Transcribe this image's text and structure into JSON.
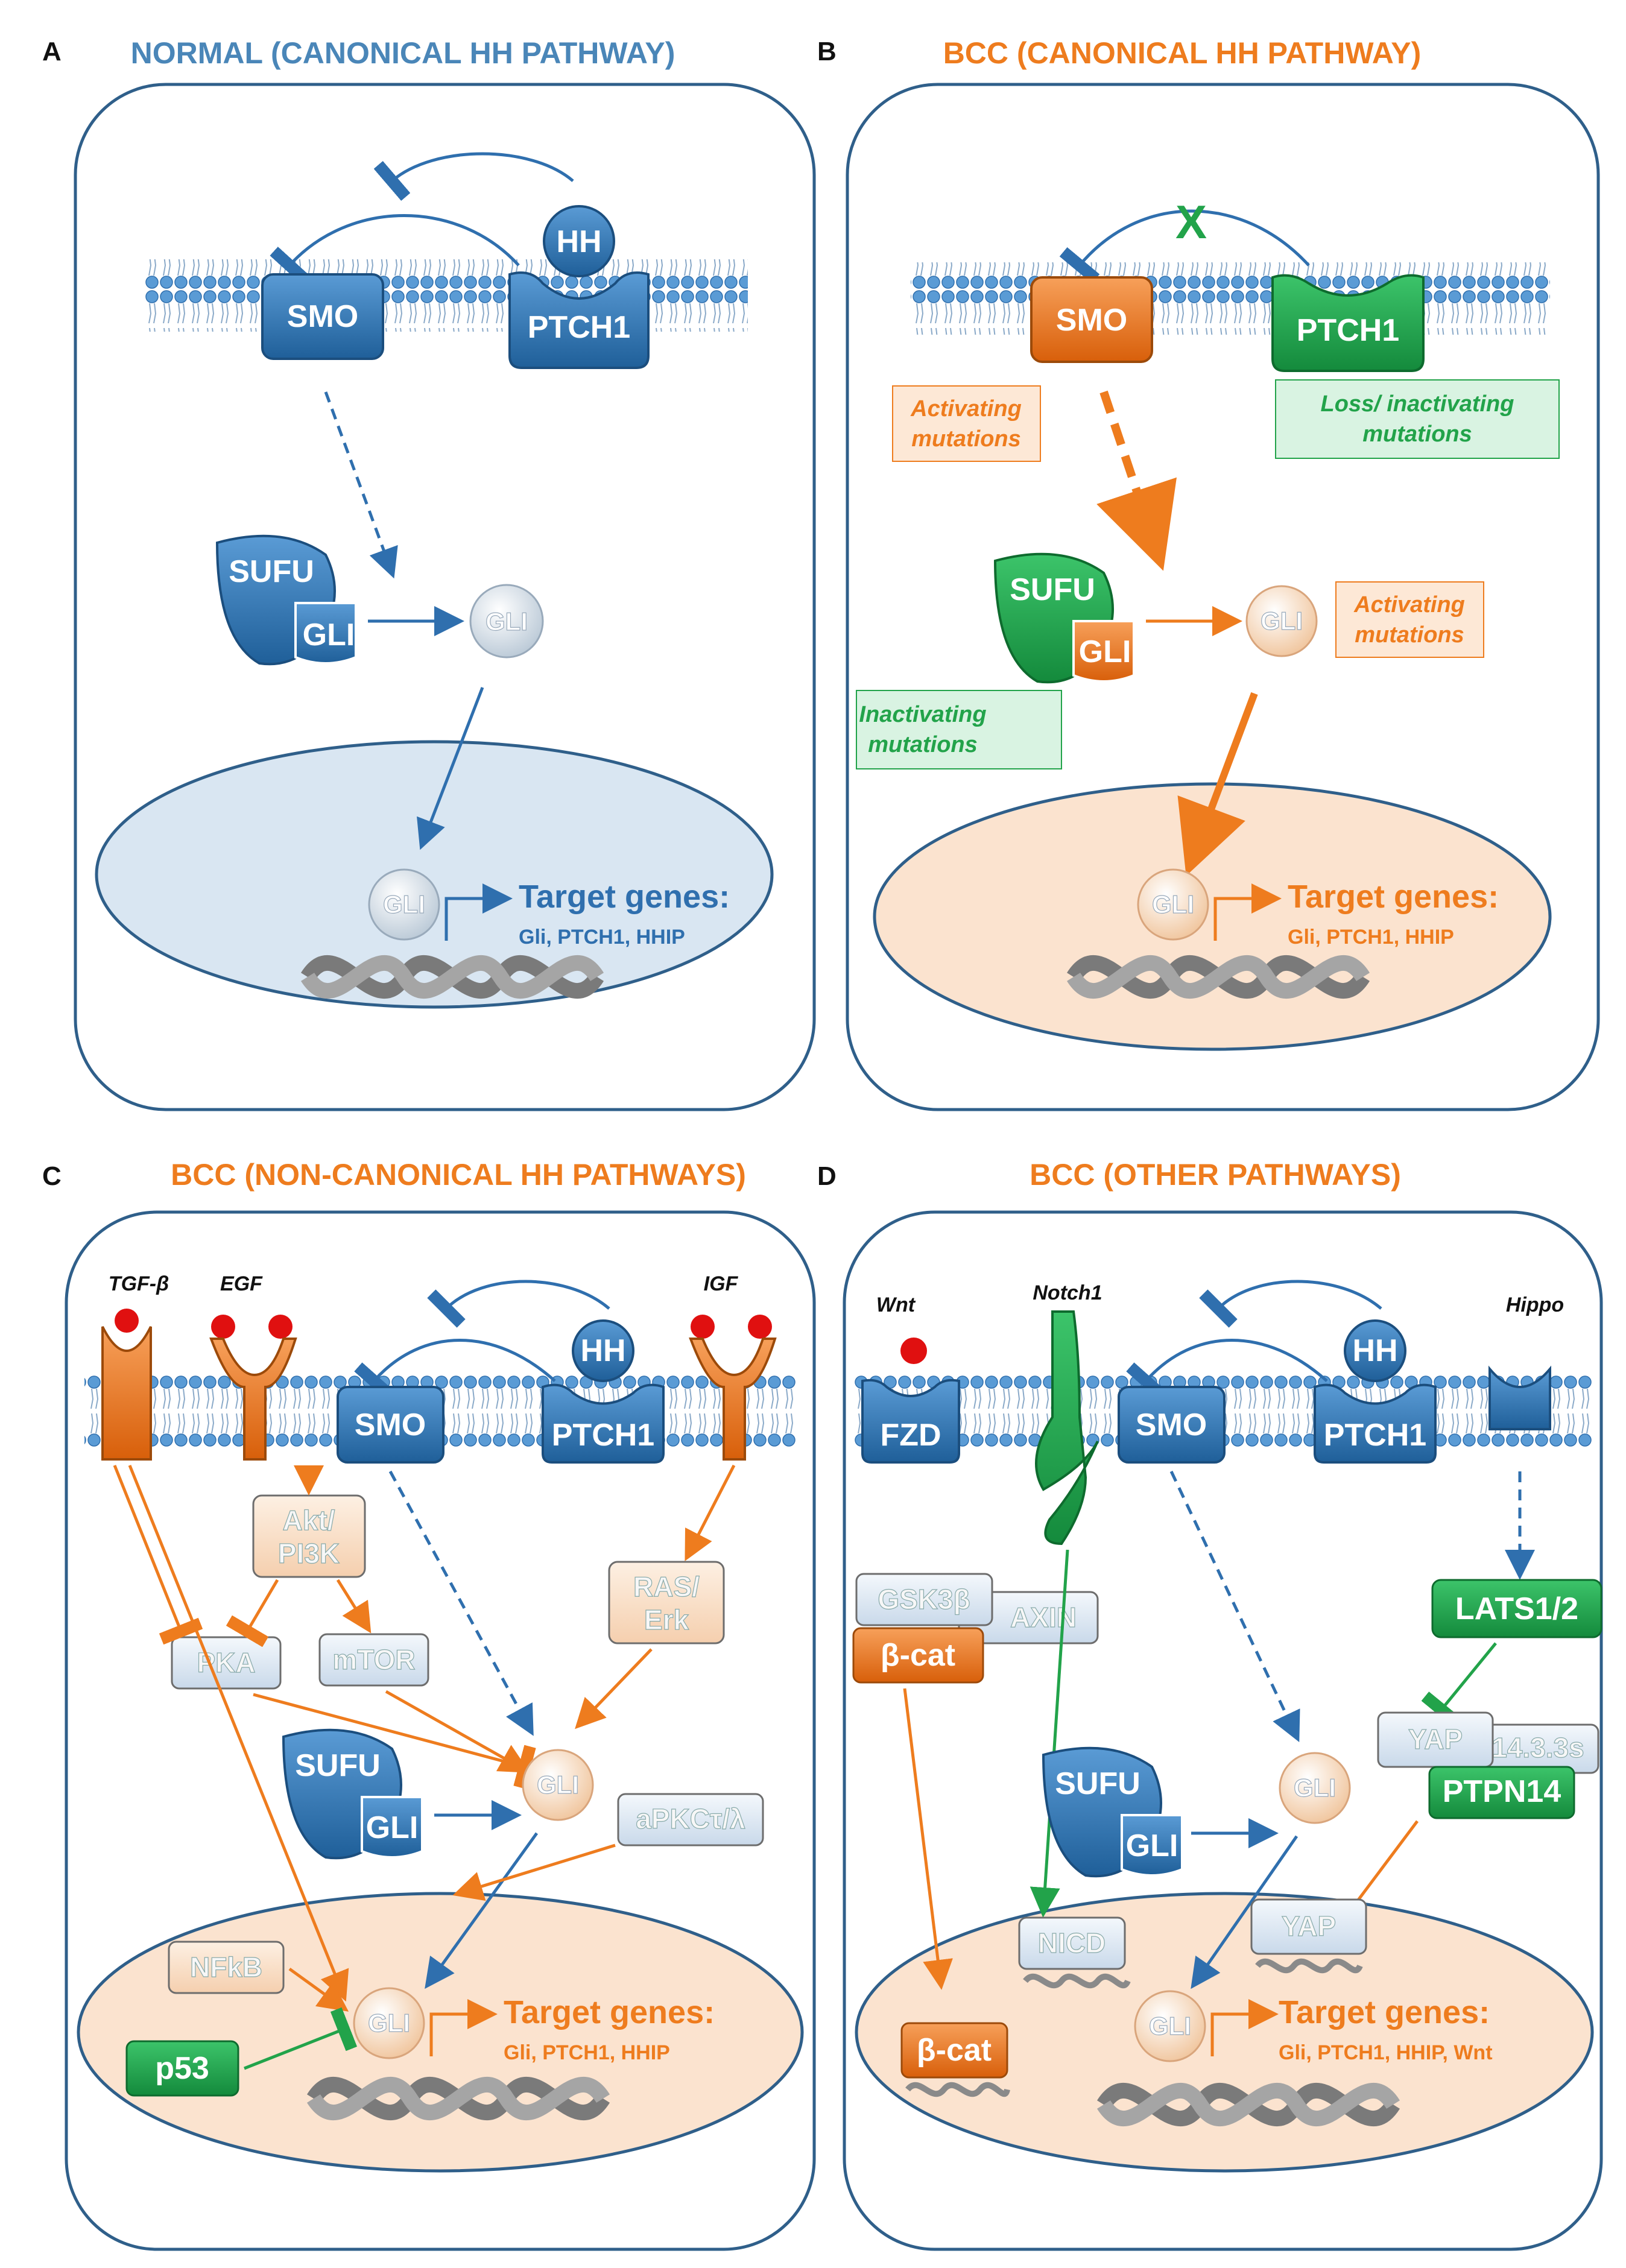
{
  "panels": {
    "a": {
      "letter": "A",
      "title": "NORMAL (CANONICAL HH PATHWAY)"
    },
    "b": {
      "letter": "B",
      "title": "BCC (CANONICAL HH PATHWAY)"
    },
    "c": {
      "letter": "C",
      "title": "BCC (NON-CANONICAL HH PATHWAYS)"
    },
    "d": {
      "letter": "D",
      "title": "BCC (OTHER PATHWAYS)"
    }
  },
  "labels": {
    "hh": "HH",
    "smo": "SMO",
    "ptch1": "PTCH1",
    "sufu": "SUFU",
    "gli": "GLI",
    "target_genes": "Target genes:",
    "genes": "Gli, PTCH1, HHIP",
    "genes_wnt": "Gli, PTCH1, HHIP, Wnt",
    "x_mark": "X"
  },
  "notes": {
    "smo_line1": "Activating",
    "smo_line2": "mutations",
    "ptch_line1": "Loss/ inactivating",
    "ptch_line2": "mutations",
    "gli_line1": "Activating",
    "gli_line2": "mutations",
    "sufu_line1": "Inactivating",
    "sufu_line2": "mutations"
  },
  "panel_c": {
    "tgf": "TGF-β",
    "egf": "EGF",
    "igf": "IGF",
    "akt1": "Akt/",
    "akt2": "PI3K",
    "pka": "PKA",
    "mtor": "mTOR",
    "ras1": "RAS/",
    "ras2": "Erk",
    "apkc": "aPKCτ/λ",
    "nfkb": "NFkB",
    "p53": "p53"
  },
  "panel_d": {
    "wnt": "Wnt",
    "notch": "Notch1",
    "hippo": "Hippo",
    "fzd": "FZD",
    "gsk": "GSK3β",
    "axin": "AXIN",
    "bcat": "β-cat",
    "lats": "LATS1/2",
    "yap": "YAP",
    "s1433": "14.3.3s",
    "ptpn": "PTPN14",
    "nicd": "NICD"
  },
  "colors": {
    "blue": "#2f6fae",
    "orange": "#ee7c1e",
    "green": "#22a34a",
    "light_blue": "#dbe8f4",
    "light_orange": "#fbe6d4"
  }
}
